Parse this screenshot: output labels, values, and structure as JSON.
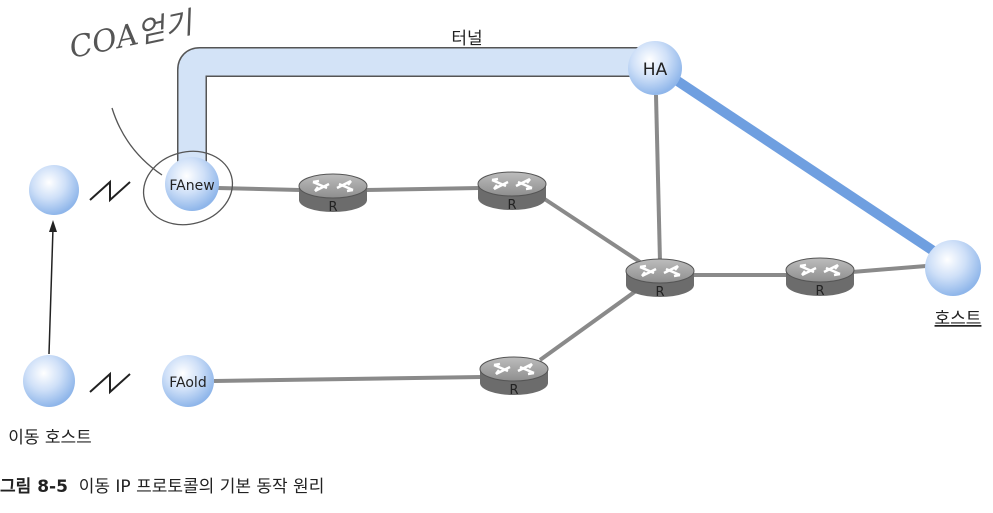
{
  "diagram": {
    "tunnel_label": "터널",
    "handwritten_note": "COA얻기",
    "nodes": {
      "mobile_host_new": "",
      "fa_new": "FAnew",
      "fa_old": "FAold",
      "ha": "HA",
      "host": "호스트",
      "mobile_host_label": "이동 호스트",
      "router_label": "R"
    },
    "colors": {
      "tunnel": "#c9dcf5",
      "ha_host_link": "#6f9fe0",
      "link": "#8a8a8a",
      "node": "#b8d3f5"
    }
  },
  "caption": {
    "number": "그림 8-5",
    "text": "이동 IP 프로토콜의 기본 동작 원리"
  }
}
